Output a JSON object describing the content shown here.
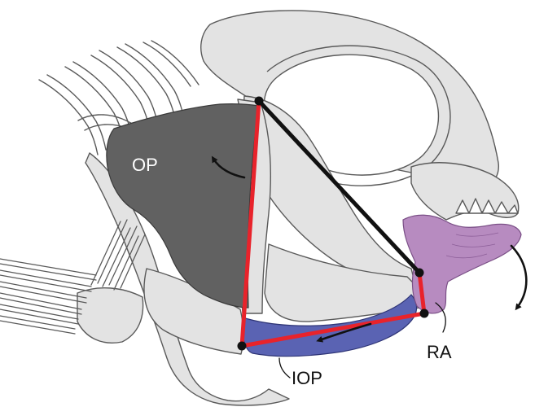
{
  "labels": {
    "op": "OP",
    "ra": "RA",
    "iop": "IOP"
  },
  "colors": {
    "bone_fill": "#e3e3e3",
    "outline": "#5a5a5a",
    "opercle": "#616161",
    "lower_jaw": "#b78bc0",
    "interopercle": "#5a63b3",
    "linkage_red": "#e8232b",
    "linkage_black": "#111111",
    "background": "#ffffff"
  }
}
